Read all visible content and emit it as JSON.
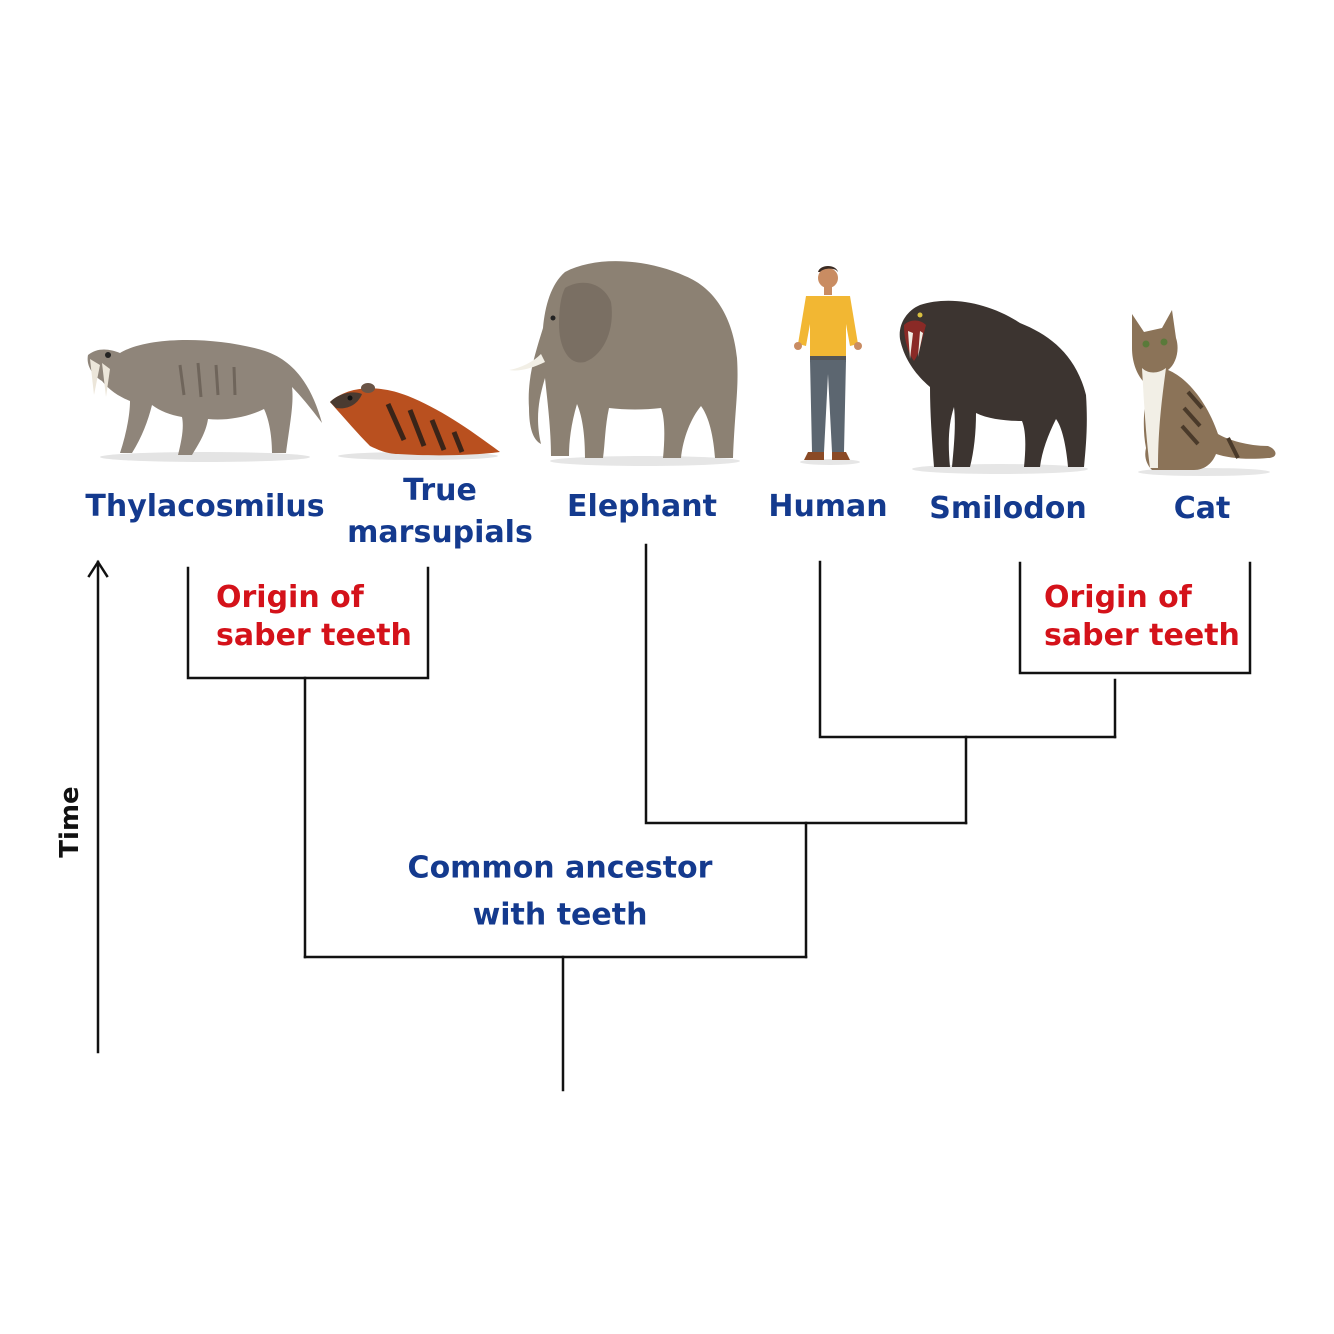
{
  "axis": {
    "label": "Time"
  },
  "taxa": [
    {
      "id": "thylacosmilus",
      "name": "Thylacosmilus",
      "icon": "thylacosmilus-icon"
    },
    {
      "id": "true-marsupials",
      "name_line1": "True",
      "name_line2": "marsupials",
      "icon": "marsupial-icon"
    },
    {
      "id": "elephant",
      "name": "Elephant",
      "icon": "elephant-icon"
    },
    {
      "id": "human",
      "name": "Human",
      "icon": "human-icon"
    },
    {
      "id": "smilodon",
      "name": "Smilodon",
      "icon": "smilodon-icon"
    },
    {
      "id": "cat",
      "name": "Cat",
      "icon": "cat-icon"
    }
  ],
  "annotations": {
    "saber_left": {
      "line1": "Origin of",
      "line2": "saber teeth"
    },
    "saber_right": {
      "line1": "Origin of",
      "line2": "saber teeth"
    },
    "ancestor": {
      "line1": "Common ancestor",
      "line2": "with teeth"
    }
  },
  "colors": {
    "taxon_label": "#143a8e",
    "annotation": "#d4121a",
    "lines": "#111111"
  }
}
